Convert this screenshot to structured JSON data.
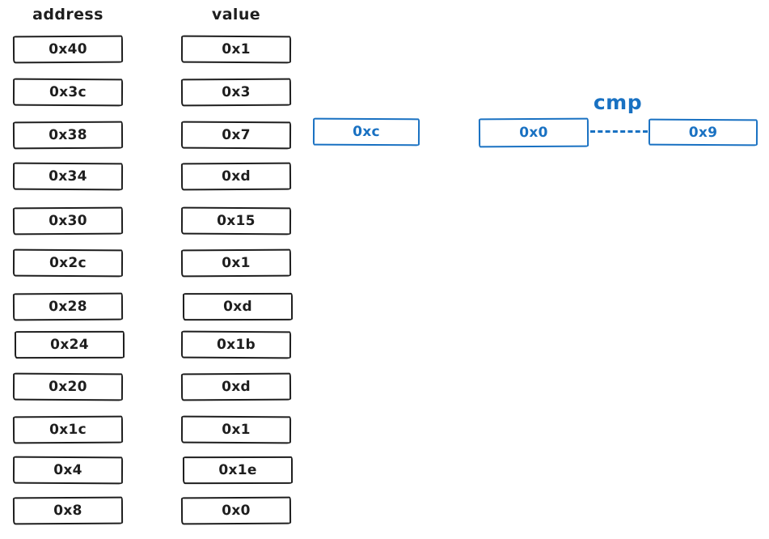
{
  "palette": {
    "ink": "#1e1e1e",
    "blue": "#1971c2",
    "canvas_bg": "#ffffff"
  },
  "headers": {
    "address": "address",
    "value": "value"
  },
  "memory": {
    "rows": [
      {
        "address": "0x40",
        "value": "0x1"
      },
      {
        "address": "0x3c",
        "value": "0x3"
      },
      {
        "address": "0x38",
        "value": "0x7"
      },
      {
        "address": "0x34",
        "value": "0xd"
      },
      {
        "address": "0x30",
        "value": "0x15"
      },
      {
        "address": "0x2c",
        "value": "0x1"
      },
      {
        "address": "0x28",
        "value": "0xd"
      },
      {
        "address": "0x24",
        "value": "0x1b"
      },
      {
        "address": "0x20",
        "value": "0xd"
      },
      {
        "address": "0x1c",
        "value": "0x1"
      },
      {
        "address": "0x4",
        "value": "0x1e"
      },
      {
        "address": "0x8",
        "value": "0x0"
      }
    ]
  },
  "comparison": {
    "index_box": "0xc",
    "cmp_label": "cmp",
    "left_operand": "0x0",
    "right_operand": "0x9"
  }
}
